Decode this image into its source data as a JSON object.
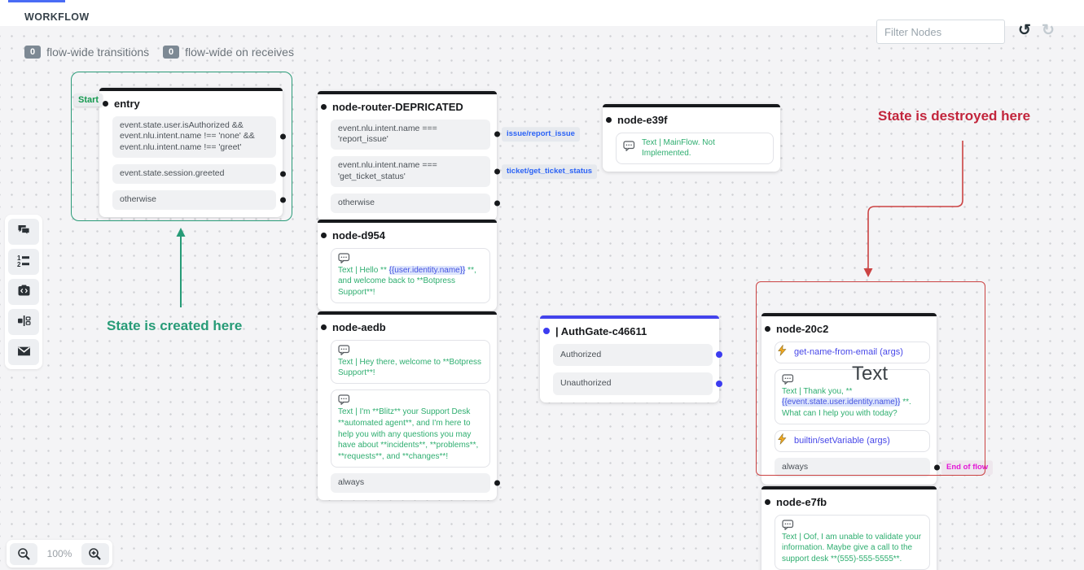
{
  "header": {
    "title": "WORKFLOW",
    "filter_placeholder": "Filter Nodes",
    "badges": [
      {
        "count": "0",
        "label": "flow-wide transitions"
      },
      {
        "count": "0",
        "label": "flow-wide on receives"
      }
    ]
  },
  "icons": {
    "sidebar": [
      "chat-bubbles",
      "numbered-list",
      "code-snippet",
      "split-router",
      "mail"
    ],
    "undo": "↺",
    "redo": "↻",
    "zoom_out": "magnifier-minus",
    "zoom_in": "magnifier-plus"
  },
  "zoom_controls": {
    "level": "100%"
  },
  "annotations": {
    "start_badge": "Start",
    "state_created": "State is created here",
    "state_destroyed": "State is destroyed here",
    "text_overlay": "Text",
    "green_color": "#279b77",
    "red_color": "#c2253c"
  },
  "nodes": {
    "entry": {
      "title": "entry",
      "conditions": [
        "event.state.user.isAuthorized && event.nlu.intent.name !== 'none' && event.nlu.intent.name !== 'greet'",
        "event.state.session.greeted",
        "otherwise"
      ]
    },
    "router": {
      "title": "node-router-DEPRICATED",
      "conditions": [
        "event.nlu.intent.name === 'report_issue'",
        "event.nlu.intent.name === 'get_ticket_status'",
        "otherwise"
      ],
      "tags": [
        "issue/report_issue",
        "ticket/get_ticket_status"
      ]
    },
    "e39f": {
      "title": "node-e39f",
      "text": "Text | MainFlow. Not Implemented."
    },
    "d954": {
      "title": "node-d954",
      "text_prefix": "Text | Hello ** ",
      "text_highlight": "{{user.identity.name}}",
      "text_suffix": " **, and welcome back to **Botpress Support**!"
    },
    "aedb": {
      "title": "node-aedb",
      "text1": "Text | Hey there, welcome to **Botpress Support**!",
      "text2": "Text | I'm **Blitz** your Support Desk **automated agent**, and I'm here to help you with any questions you may have about **incidents**, **problems**, **requests**, and **changes**!",
      "condition": "always"
    },
    "authgate": {
      "title": "| AuthGate-c46611",
      "conditions": [
        "Authorized",
        "Unauthorized"
      ]
    },
    "n20c2": {
      "title": "node-20c2",
      "action1": "get-name-from-email (args)",
      "text_prefix": "Text | Thank you, ** ",
      "text_highlight": "{{event.state.user.identity.name}}",
      "text_suffix": " **. What can I help you with today?",
      "action2": "builtin/setVariable (args)",
      "condition": "always",
      "end_tag": "End of flow"
    },
    "e7fb": {
      "title": "node-e7fb",
      "text": "Text | Oof, I am unable to validate your information. Maybe give a call to the support desk **(555)-555-5555**."
    }
  }
}
